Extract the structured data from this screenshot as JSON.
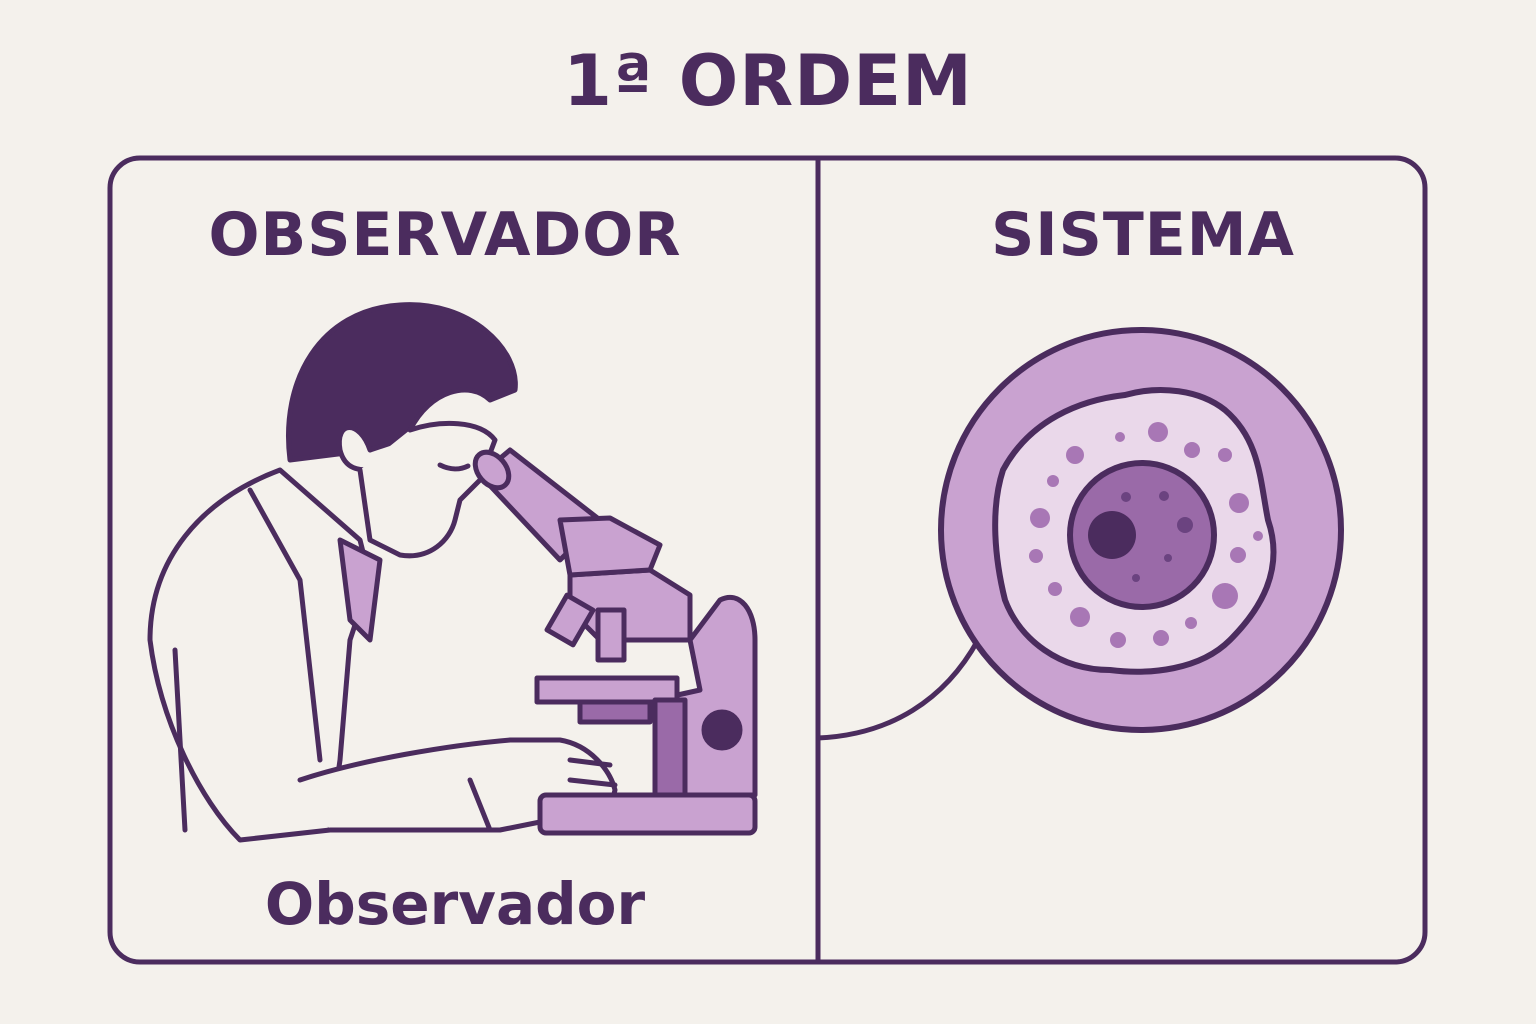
{
  "title": "1ª ORDEM",
  "panels": {
    "left": {
      "heading": "OBSERVADOR",
      "caption": "Observador",
      "icon": "scientist-with-microscope"
    },
    "right": {
      "heading": "SISTEMA",
      "icon": "cell-under-lens"
    }
  },
  "colors": {
    "background": "#f4f1ec",
    "ink": "#4b2c5e",
    "light": "#c9a2d0",
    "pale": "#ead8ea",
    "mid": "#9a6aa8"
  }
}
